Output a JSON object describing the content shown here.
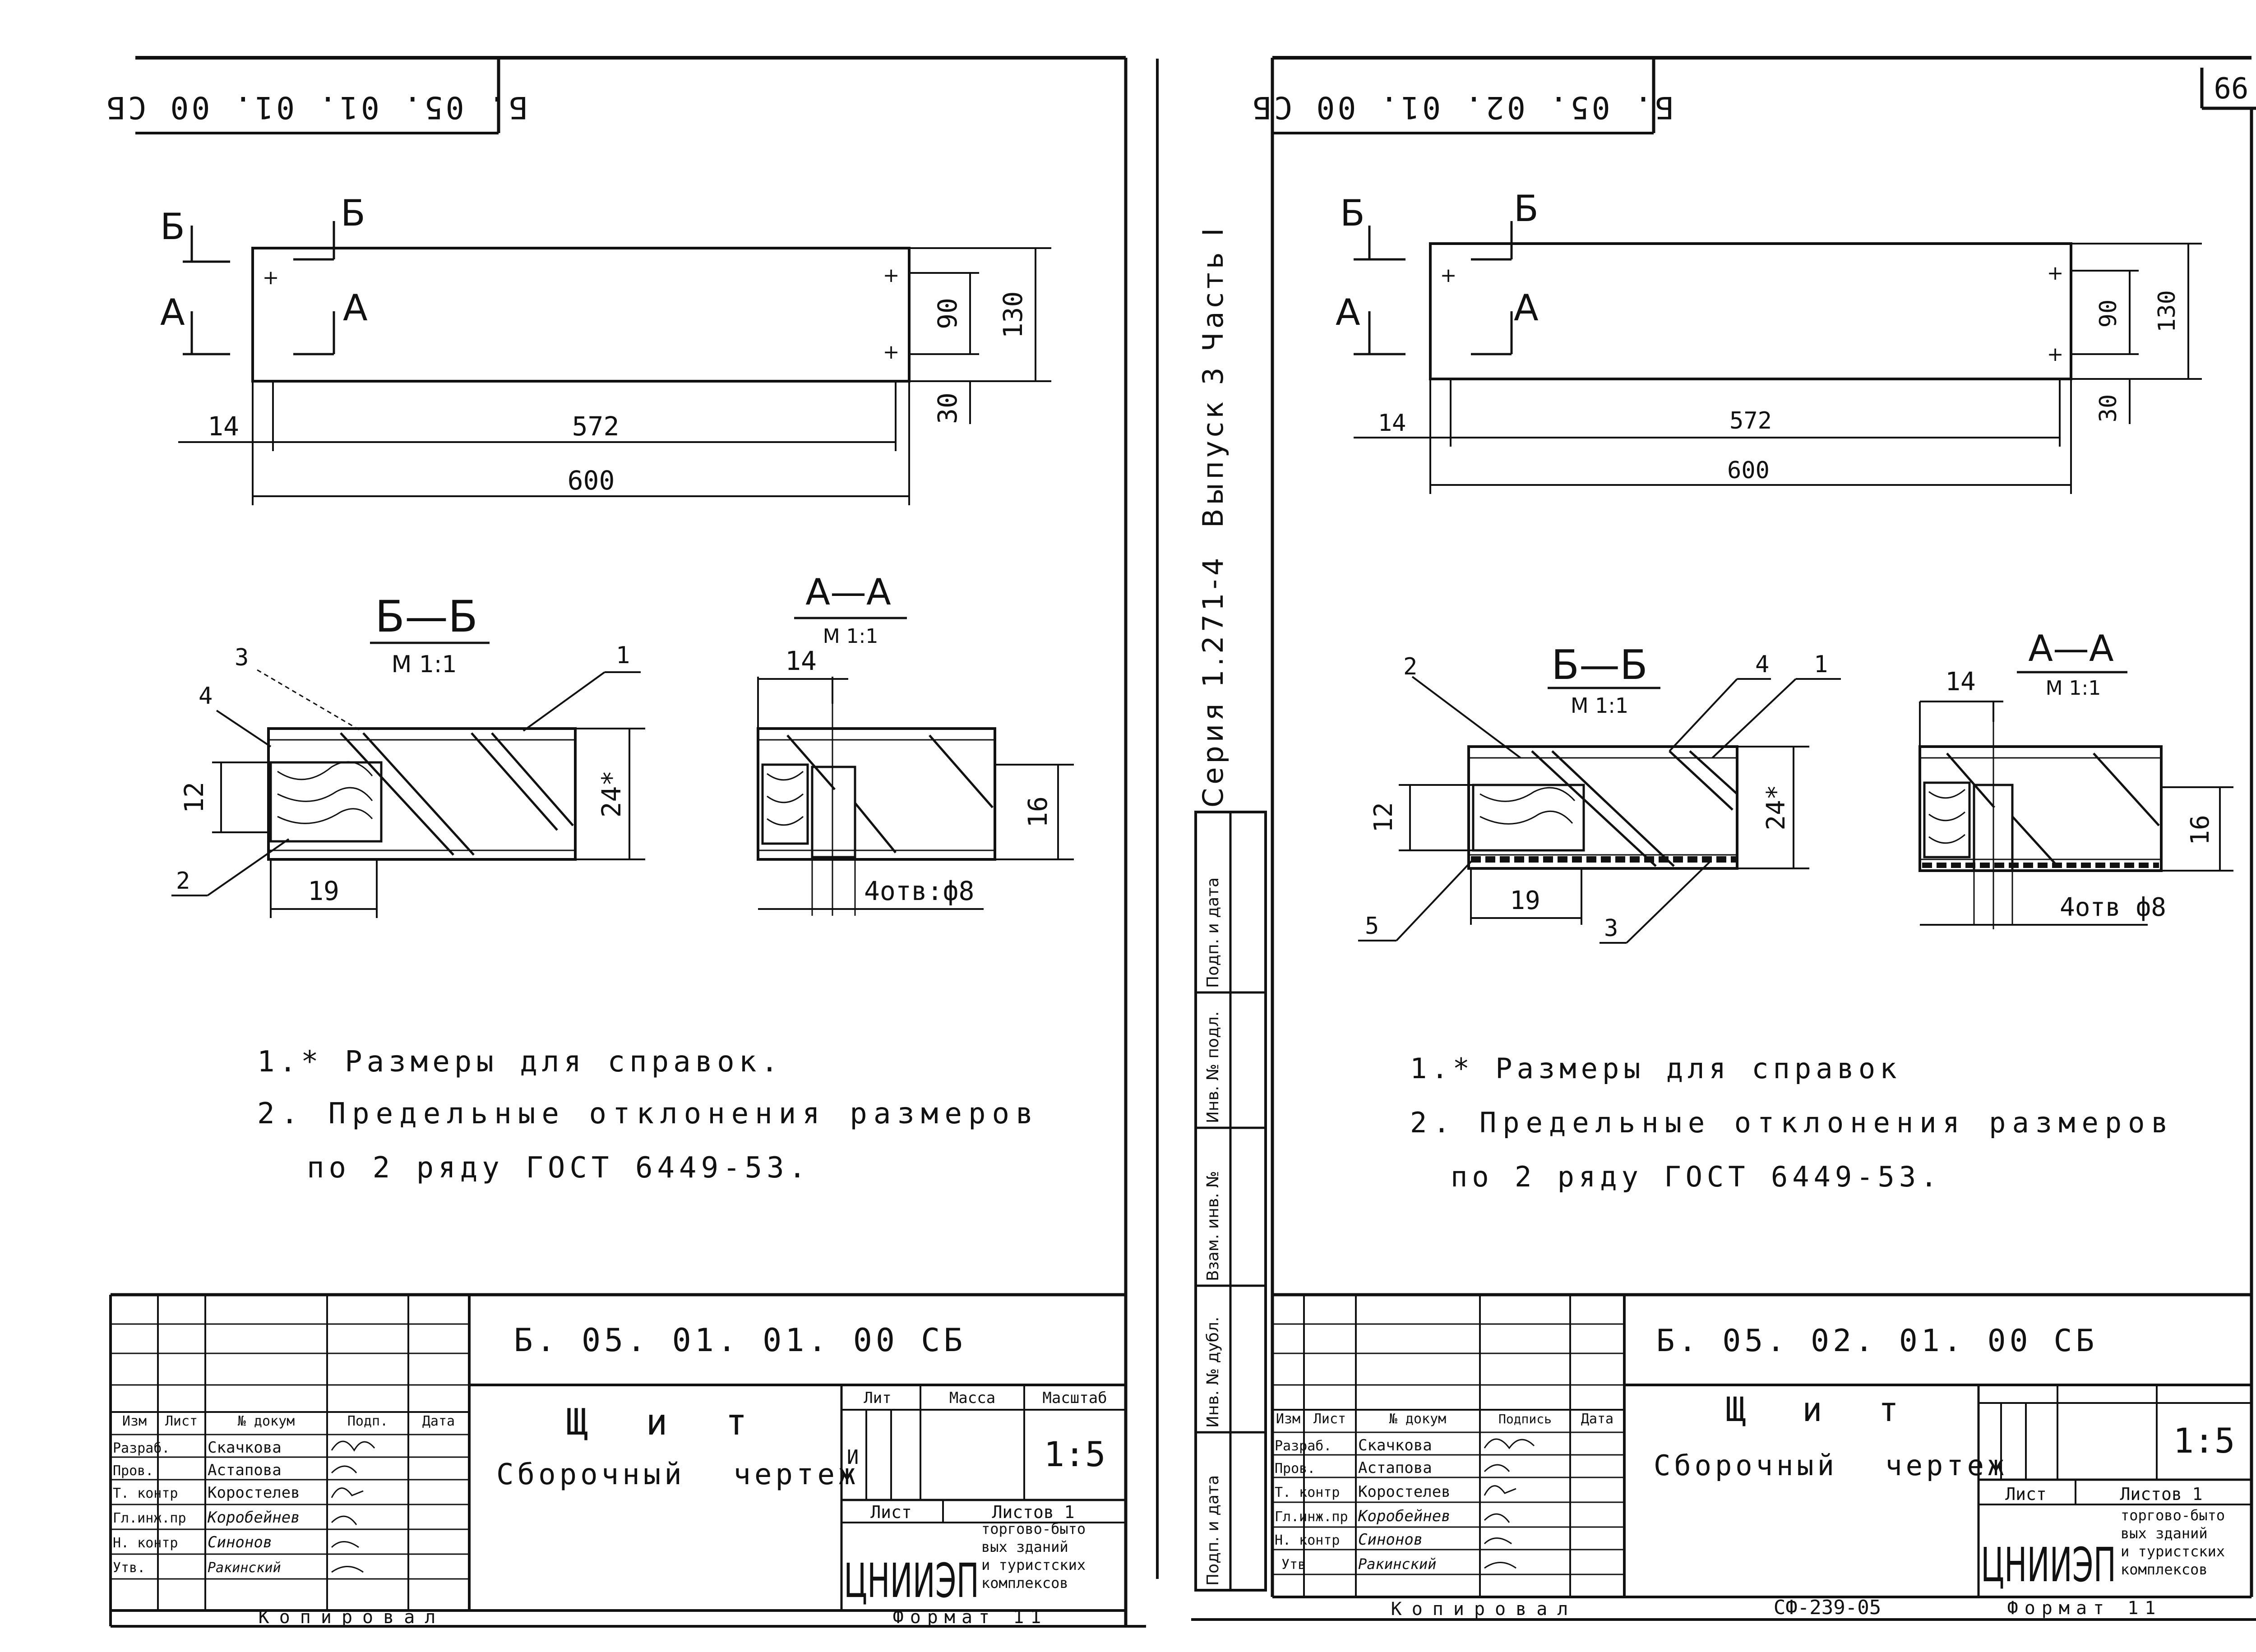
{
  "page_number": "66",
  "series_vertical": "Серия 1.271-4",
  "issue_vertical": "Выпуск 3 Часть I",
  "side_column_labels": [
    "Подп. и дата",
    "Инв. № подл.",
    "Взам. инв. №",
    "Инв. № дубл.",
    "Подп. и дата"
  ],
  "sheets": [
    {
      "rotated_code": "Б. 05. 01. 01. 00 СБ",
      "section_markers": {
        "b": "Б",
        "a": "А"
      },
      "plan_dims": {
        "d130": "130",
        "d90": "90",
        "d30": "30",
        "d14": "14",
        "d572": "572",
        "d600": "600"
      },
      "section_bb": {
        "title": "Б—Б",
        "scale": "М 1:1",
        "dims": {
          "d12": "12",
          "d24": "24*",
          "d19": "19"
        },
        "callouts": [
          "3",
          "4",
          "1",
          "2"
        ]
      },
      "section_aa": {
        "title": "А—А",
        "scale": "М 1:1",
        "dims": {
          "d14": "14",
          "d16": "16"
        },
        "holes": "4отв:ф8"
      },
      "notes": [
        "1.* Размеры для справок.",
        "2. Предельные отклонения размеров",
        "по 2 ряду ГОСТ 6449-53."
      ],
      "title_block": {
        "doc_code": "Б. 05. 01. 01. 00 СБ",
        "name_line1": "Щ и т",
        "name_line2": "Сборочный чертеж",
        "col_headers": [
          "Изм",
          "Лист",
          "№ докум",
          "Подп.",
          "Дата"
        ],
        "roles": [
          "Разраб.",
          "Пров.",
          "Т. контр",
          "Гл.инж.пр",
          "Н. контр",
          "Утв."
        ],
        "names": [
          "Скачкова",
          "Астапова",
          "Коростелев",
          "Коробейнев",
          "Синонов",
          "Ракинский"
        ],
        "lit_label": "Лит",
        "mass_label": "Масса",
        "scale_label": "Масштаб",
        "lit_value": "И",
        "scale_value": "1:5",
        "sheet_label": "Лист",
        "sheets_label": "Листов 1",
        "org": "ЦНИИЭП",
        "org_desc": [
          "торгово-быто",
          "вых зданий",
          "и туристских",
          "комплексов"
        ],
        "copied": "Копировал",
        "format": "Формат 11"
      }
    },
    {
      "rotated_code": "Б. 05. 02. 01. 00 СБ",
      "section_markers": {
        "b": "Б",
        "a": "А"
      },
      "plan_dims": {
        "d130": "130",
        "d90": "90",
        "d30": "30",
        "d14": "14",
        "d572": "572",
        "d600": "600"
      },
      "section_bb": {
        "title": "Б—Б",
        "scale": "М 1:1",
        "dims": {
          "d12": "12",
          "d24": "24*",
          "d19": "19"
        },
        "callouts": [
          "2",
          "4",
          "1",
          "5",
          "3"
        ]
      },
      "section_aa": {
        "title": "А—А",
        "scale": "М 1:1",
        "dims": {
          "d14": "14",
          "d16": "16"
        },
        "holes": "4отв ф8"
      },
      "notes": [
        "1.* Размеры для справок",
        "2. Предельные отклонения размеров",
        "по 2 ряду ГОСТ 6449-53."
      ],
      "title_block": {
        "doc_code": "Б. 05. 02. 01. 00 СБ",
        "name_line1": "Щ и т",
        "name_line2": "Сборочный чертеж",
        "col_headers": [
          "Изм",
          "Лист",
          "№ докум",
          "Подпись",
          "Дата"
        ],
        "roles": [
          "Разраб.",
          "Пров.",
          "Т. контр",
          "Гл.инж.пр",
          "Н. контр",
          "Утв"
        ],
        "names": [
          "Скачкова",
          "Астапова",
          "Коростелев",
          "Коробейнев",
          "Синонов",
          "Ракинский"
        ],
        "scale_value": "1:5",
        "sheet_label": "Лист",
        "sheets_label": "Листов 1",
        "org": "ЦНИИЭП",
        "org_desc": [
          "торгово-быто",
          "вых зданий",
          "и туристских",
          "комплексов"
        ],
        "copied": "Копировал",
        "format_code": "СФ-239-05",
        "format": "Формат 11"
      }
    }
  ]
}
